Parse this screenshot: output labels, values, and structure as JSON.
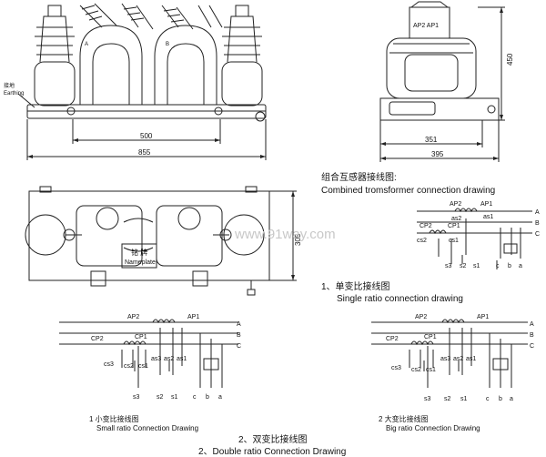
{
  "front_view": {
    "earthing_cn": "接地",
    "earthing_en": "Earthing",
    "dim_500": "500",
    "dim_855": "855",
    "terminal_a": "A",
    "terminal_b": "B"
  },
  "side_view": {
    "label": "AP2 AP1",
    "dim_450": "450",
    "dim_351": "351",
    "dim_395": "395"
  },
  "top_view": {
    "nameplate_cn": "铭 牌",
    "nameplate_en": "Nameplate",
    "dim_305": "305",
    "watermark": "www.91way.com"
  },
  "combined": {
    "title_cn": "组合互感器接线图:",
    "title_en": "Combined tromsformer connection drawing"
  },
  "single": {
    "title_cn": "1、单变比接线图",
    "title_en": "Single ratio connection drawing"
  },
  "double": {
    "title_cn": "2、双变比接线图",
    "title_en": "2、Double ratio Connection Drawing",
    "small_cn": "1 小变比接线图",
    "small_en": "Small ratio Connection Drawing",
    "big_cn": "2 大变比接线图",
    "big_en": "Big ratio Connection Drawing"
  },
  "labels": {
    "AP2": "AP2",
    "AP1": "AP1",
    "CP2": "CP2",
    "CP1": "CP1",
    "A": "A",
    "B": "B",
    "C": "C",
    "as1": "as1",
    "as2": "as2",
    "as3": "as3",
    "cs1": "cs1",
    "cs2": "cs2",
    "cs3": "cs3",
    "s1": "s1",
    "s2": "s2",
    "s3": "s3",
    "a": "a",
    "b": "b",
    "c": "c"
  }
}
